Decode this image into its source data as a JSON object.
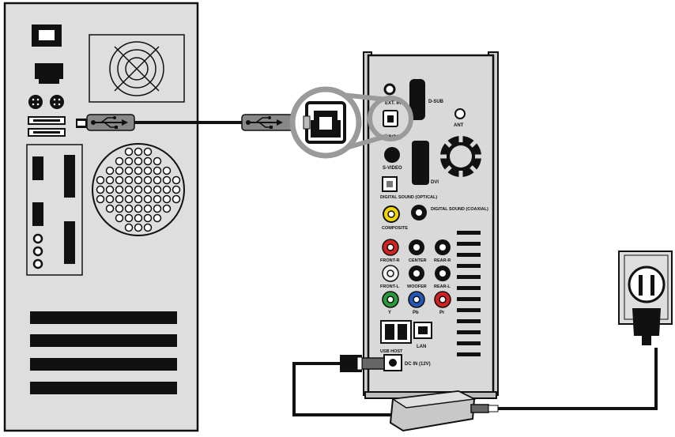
{
  "device": {
    "labels": {
      "ext_ir": "EXT. IR",
      "d_sub": "D-SUB",
      "ant": "ANT",
      "usb_pc": "USB(PC)",
      "s_video": "S-VIDEO",
      "dvi": "DVI",
      "digital_optical": "DIGITAL SOUND (OPTICAL)",
      "digital_coaxial": "DIGITAL SOUND (COAXIAL)",
      "composite": "COMPOSITE",
      "front_r": "FRONT-R",
      "center": "CENTER",
      "rear_r": "REAR-R",
      "front_l": "FRONT-L",
      "woofer": "WOOFER",
      "rear_l": "REAR-L",
      "y": "Y",
      "pb": "Pb",
      "pr": "Pr",
      "usb_host": "USB HOST",
      "lan": "LAN",
      "dc_in": "DC IN (12V)"
    }
  },
  "colors": {
    "outline": "#111111",
    "pc_body": "#dedede",
    "device_body": "#d9d9d9",
    "yellow_jack": "#f2d800",
    "red_jack": "#d42121",
    "green_jack": "#2a9a3a",
    "blue_jack": "#2457b8",
    "white_jack": "#f2f2f2",
    "highlight_ring": "#9a9a9a"
  },
  "icons": [
    "usb-trident-icon",
    "power-plug-icon",
    "fan-grille-icon"
  ]
}
